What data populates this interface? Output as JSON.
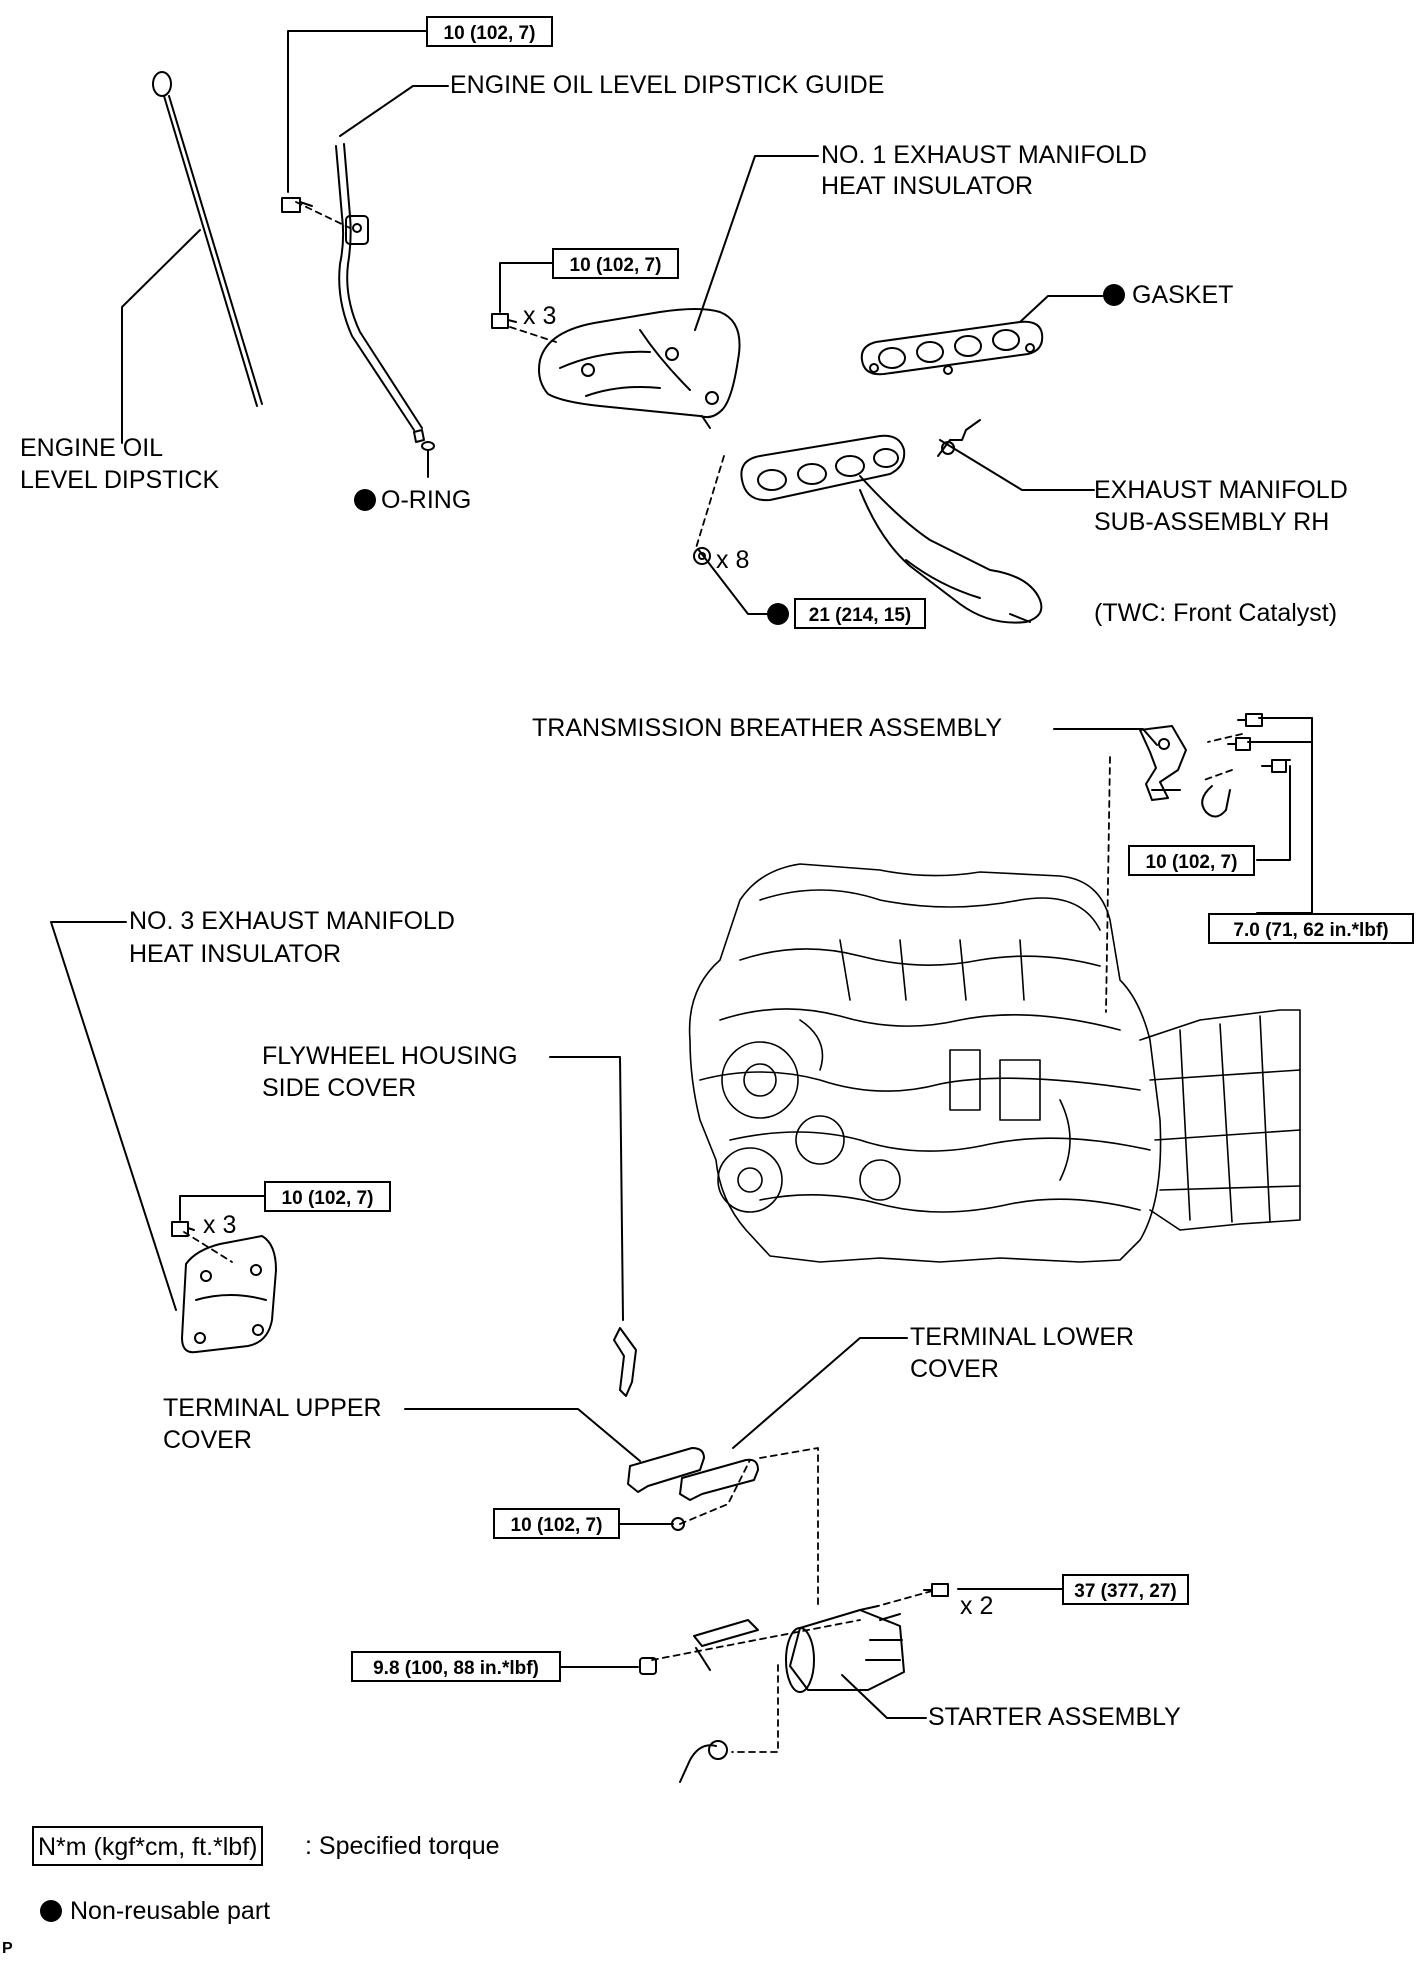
{
  "labels": {
    "dipstick_guide": "ENGINE OIL LEVEL DIPSTICK GUIDE",
    "no1_insulator_l1": "NO. 1 EXHAUST MANIFOLD",
    "no1_insulator_l2": "HEAT INSULATOR",
    "gasket": "GASKET",
    "dipstick_l1": "ENGINE OIL",
    "dipstick_l2": "LEVEL DIPSTICK",
    "oring": "O-RING",
    "manifold_l1": "EXHAUST MANIFOLD",
    "manifold_l2": "SUB-ASSEMBLY RH",
    "twc": "(TWC: Front Catalyst)",
    "breather": "TRANSMISSION BREATHER ASSEMBLY",
    "no3_insulator_l1": "NO. 3 EXHAUST MANIFOLD",
    "no3_insulator_l2": "HEAT INSULATOR",
    "flywheel_l1": "FLYWHEEL HOUSING",
    "flywheel_l2": "SIDE COVER",
    "terminal_lower_l1": "TERMINAL LOWER",
    "terminal_lower_l2": "COVER",
    "terminal_upper_l1": "TERMINAL UPPER",
    "terminal_upper_l2": "COVER",
    "starter": "STARTER ASSEMBLY"
  },
  "torques": {
    "dipstick_guide_bolt": "10 (102, 7)",
    "no1_insulator_bolt": "10 (102, 7)",
    "manifold_nut": "21 (214, 15)",
    "breather_bolt_a": "10 (102, 7)",
    "breather_bolt_b": "7.0 (71, 62 in.*lbf)",
    "no3_insulator_bolt": "10 (102, 7)",
    "terminal_nut": "10 (102, 7)",
    "starter_bolt": "37 (377, 27)",
    "starter_nut": "9.8 (100, 88 in.*lbf)"
  },
  "quantities": {
    "no1_insulator": "x 3",
    "manifold_nuts": "x 8",
    "no3_insulator": "x 3",
    "starter_bolts": "x 2"
  },
  "legend": {
    "torque_box": "N*m (kgf*cm, ft.*lbf)",
    "torque_text": ": Specified torque",
    "nonreusable_text": "Non-reusable part"
  },
  "corner_mark": "P"
}
